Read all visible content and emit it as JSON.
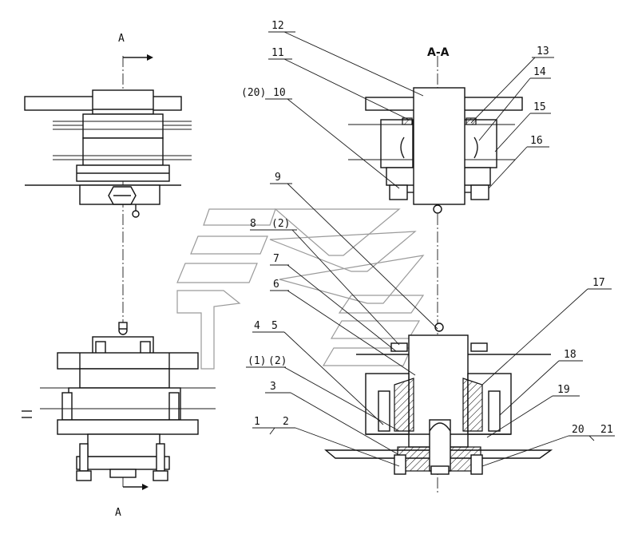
{
  "view_labels": {
    "section_mark_top": "A",
    "section_mark_bottom": "A",
    "section_title": "A-A"
  },
  "part_numbers": {
    "p1": "1",
    "p2": "2",
    "p3": "3",
    "p4": "4",
    "p5": "5",
    "p6": "6",
    "p7": "7",
    "p8": "8",
    "p8_qty": "(2)",
    "p9": "9",
    "p10": "10",
    "p10_alt": "(20)",
    "p11": "11",
    "p12": "12",
    "p13": "13",
    "p14": "14",
    "p15": "15",
    "p16": "16",
    "p17": "17",
    "p18": "18",
    "p19": "19",
    "p20": "20",
    "p21": "21",
    "p4_alt": "(1)",
    "p5_alt": "(2)"
  }
}
